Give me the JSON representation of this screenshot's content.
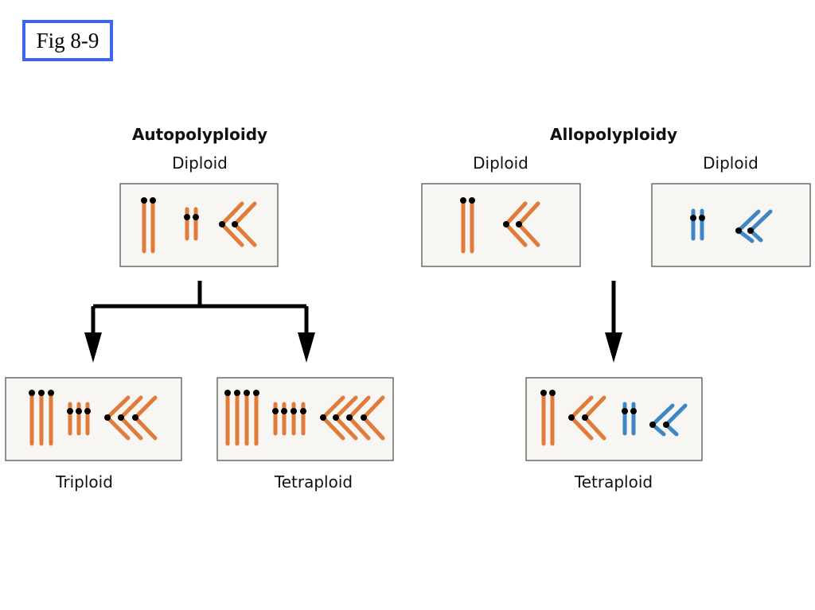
{
  "figure_label": "Fig 8-9",
  "autopolyploidy": {
    "heading": "Autopolyploidy",
    "diploid_label": "Diploid",
    "triploid_label": "Triploid",
    "tetraploid_label": "Tetraploid"
  },
  "allopolyploidy": {
    "heading": "Allopolyploidy",
    "diploid_left_label": "Diploid",
    "diploid_right_label": "Diploid",
    "tetraploid_label": "Tetraploid"
  },
  "colors": {
    "species_a": "#e07b39",
    "species_b": "#3f86c6",
    "centromere": "#000000",
    "box_fill": "#f8f6f2",
    "box_border": "#555555"
  }
}
